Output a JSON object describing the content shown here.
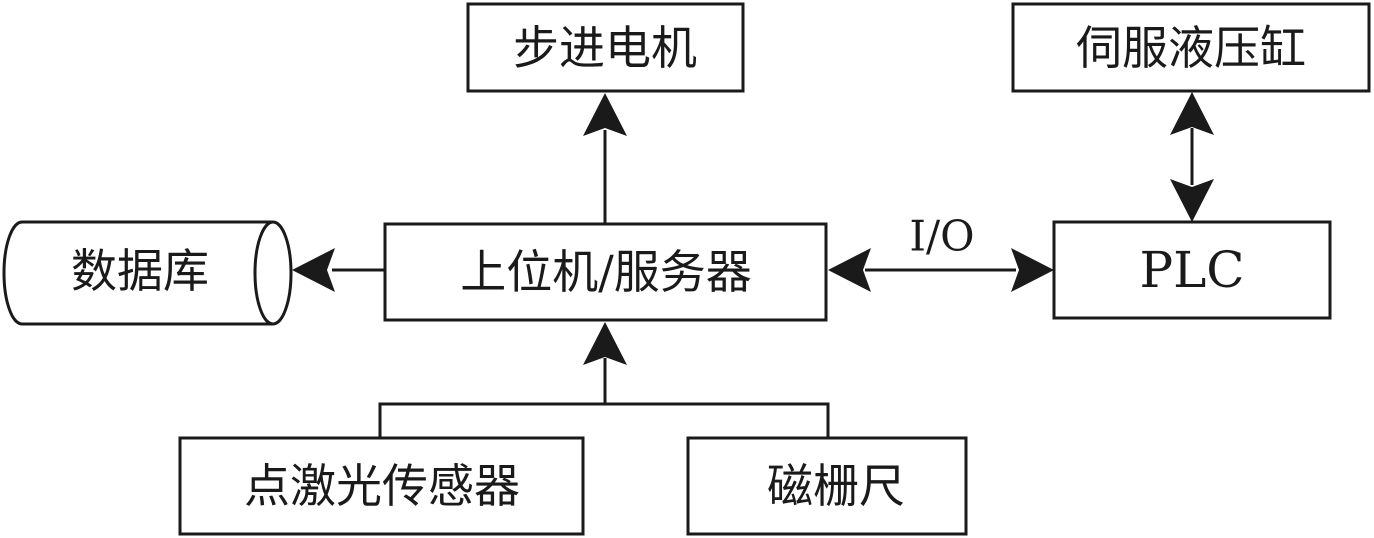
{
  "diagram": {
    "nodes": {
      "stepper_motor": "步进电机",
      "servo_cylinder": "伺服液压缸",
      "database": "数据库",
      "host_server": "上位机/服务器",
      "plc": "PLC",
      "point_laser_sensor": "点激光传感器",
      "magnetic_scale": "磁栅尺"
    },
    "edge_labels": {
      "host_plc": "I/O"
    },
    "edges": [
      {
        "from": "host_server",
        "to": "stepper_motor",
        "direction": "forward"
      },
      {
        "from": "host_server",
        "to": "database",
        "direction": "forward"
      },
      {
        "from": "host_server",
        "to": "plc",
        "direction": "bidirectional",
        "label": "I/O"
      },
      {
        "from": "plc",
        "to": "servo_cylinder",
        "direction": "bidirectional"
      },
      {
        "from": "point_laser_sensor",
        "to": "host_server",
        "direction": "forward"
      },
      {
        "from": "magnetic_scale",
        "to": "host_server",
        "direction": "forward"
      }
    ],
    "colors": {
      "stroke": "#1a1a1a",
      "background": "#ffffff"
    }
  }
}
